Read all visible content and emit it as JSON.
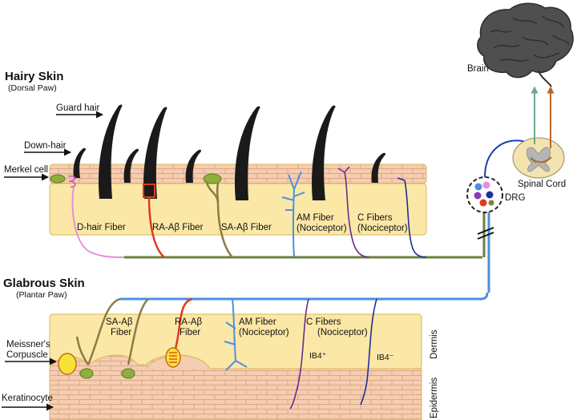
{
  "hairy_skin": {
    "title": "Hairy Skin",
    "subtitle": "(Dorsal Paw)",
    "guard_hair": "Guard hair",
    "down_hair": "Down-hair",
    "merkel_cell": "Merkel cell",
    "fibers": {
      "d_hair": "D-hair Fiber",
      "ra_ab": "RA-Aβ Fiber",
      "sa_ab": "SA-Aβ Fiber",
      "am_line1": "AM Fiber",
      "am_line2": "(Nociceptor)",
      "c_line1": "C Fibers",
      "c_line2": "(Nociceptor)"
    }
  },
  "glabrous_skin": {
    "title": "Glabrous Skin",
    "subtitle": "(Plantar Paw)",
    "meissner_line1": "Meissner's",
    "meissner_line2": "Corpuscle",
    "keratinocyte": "Keratinocyte",
    "dermis": "Dermis",
    "epidermis": "Epidermis",
    "fibers": {
      "sa_line1": "SA-Aβ",
      "sa_line2": "Fiber",
      "ra_line1": "RA-Aβ",
      "ra_line2": "Fiber",
      "am_line1": "AM Fiber",
      "am_line2": "(Nociceptor)",
      "c_line1": "C Fibers",
      "c_line2": "(Nociceptor)",
      "ib4_pos": "IB4⁺",
      "ib4_neg": "IB4⁻"
    }
  },
  "cns": {
    "brain": "Brain",
    "spinal_cord": "Spinal Cord",
    "drg": "DRG"
  },
  "colors": {
    "dermis_fill": "#fbe8a6",
    "dermis_stroke": "#d9b65a",
    "epidermis_fill": "#f5cdb0",
    "cell_line": "#dca888",
    "merkel_green": "#8fae3c",
    "d_hair_fiber": "#e58ee0",
    "ra_fiber": "#e03a1a",
    "sa_fiber": "#8c7b45",
    "am_fiber": "#4d8fe0",
    "c_fiber_purple": "#6a2c8c",
    "c_fiber_navy": "#1f2f99",
    "bundle": "#6b8040",
    "ascending_green": "#6fa58a",
    "ascending_brown": "#b5672a",
    "brain_gray": "#4f4f4f"
  }
}
